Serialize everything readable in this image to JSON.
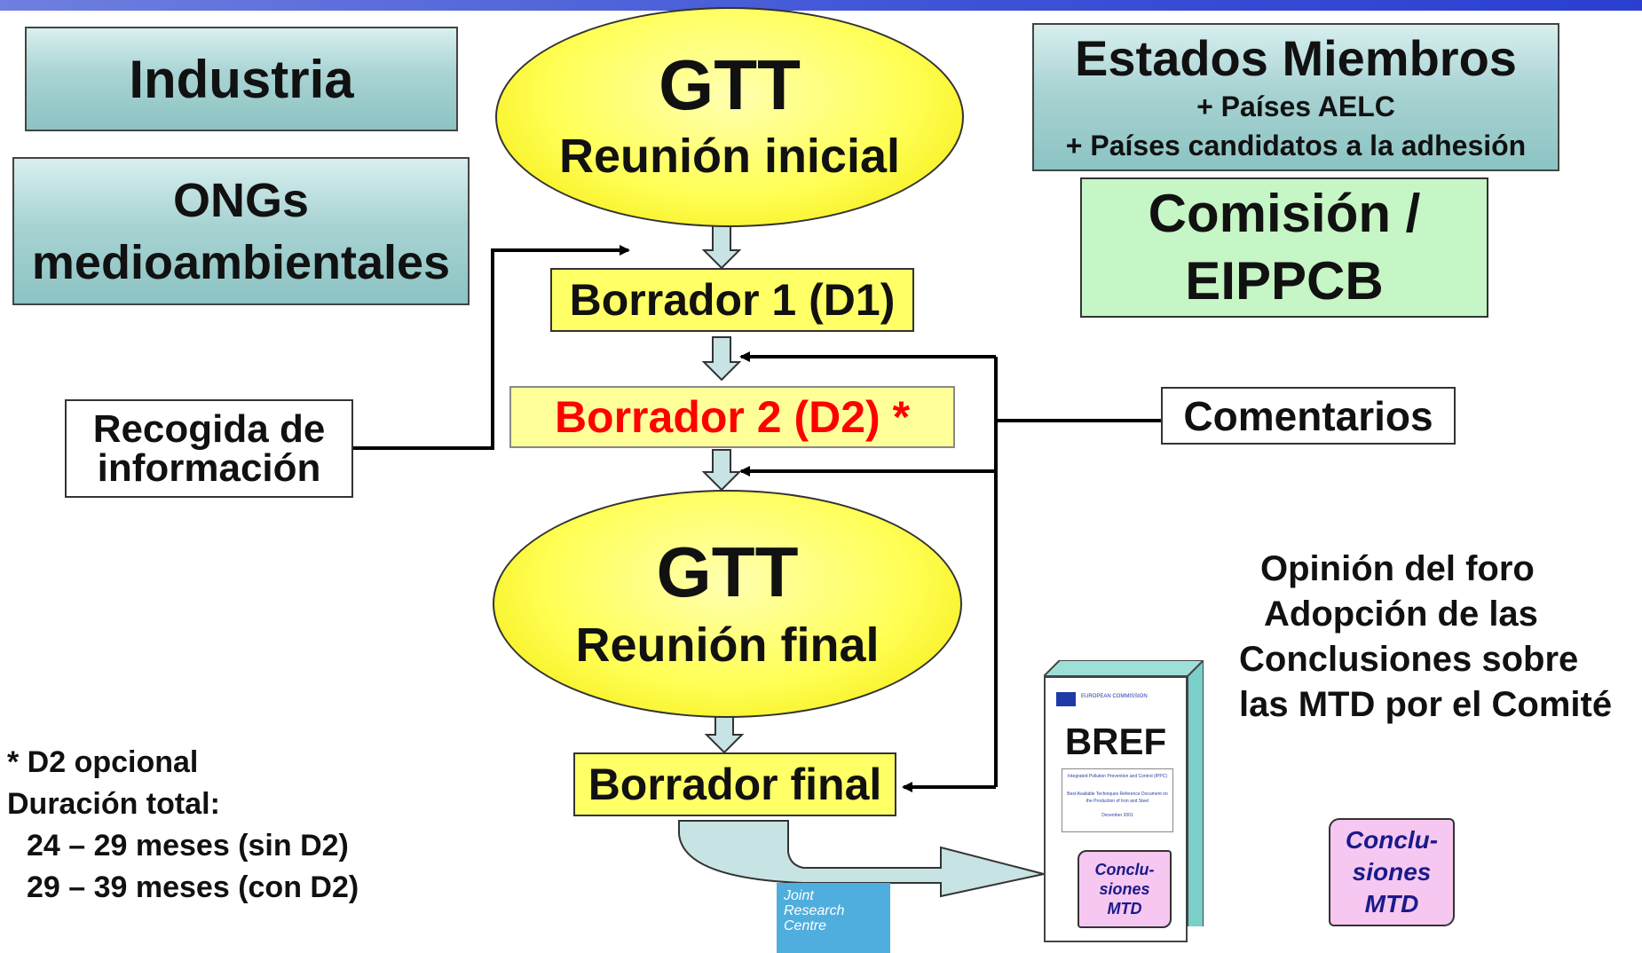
{
  "boxes": {
    "industria": "Industria",
    "ongs_line1": "ONGs",
    "ongs_line2": "medioambientales",
    "estados_title": "Estados Miembros",
    "estados_line2": "+ Países AELC",
    "estados_line3": "+ Países candidatos a la adhesión",
    "comision_line1": "Comisión /",
    "comision_line2": "EIPPCB",
    "recogida_line1": "Recogida de",
    "recogida_line2": "información",
    "comentarios": "Comentarios"
  },
  "flow": {
    "gtt1_title": "GTT",
    "gtt1_sub": "Reunión inicial",
    "d1": "Borrador 1 (D1)",
    "d2": "Borrador 2 (D2) *",
    "gtt2_title": "GTT",
    "gtt2_sub": "Reunión final",
    "final": "Borrador final"
  },
  "notes": {
    "line1": "* D2 opcional",
    "line2": "Duración total:",
    "line3": "24 – 29 meses (sin D2)",
    "line4": "29 – 39 meses (con D2)"
  },
  "opinion": {
    "line1": "Opinión del foro",
    "line2": "Adopción de las",
    "line3": "Conclusiones sobre",
    "line4": "las MTD por el Comité"
  },
  "bref_doc": {
    "title": "BREF",
    "header": "EUROPEAN COMMISSION",
    "text1": "Integrated Pollution Prevention and Control (IPPC)",
    "text2": "Best Available Techniques Reference Document on the Production of Iron and Steel",
    "text3": "December 2001"
  },
  "scroll_small": {
    "l1": "Conclu-",
    "l2": "siones",
    "l3": "MTD"
  },
  "scroll_large": {
    "l1": "Conclu-",
    "l2": "siones",
    "l3": "MTD"
  },
  "jrc": {
    "l1": "Joint",
    "l2": "Research",
    "l3": "Centre"
  },
  "colors": {
    "d2_text": "#ff0000",
    "top_bar": "#3c52d6",
    "teal": "#a9d3d3",
    "green": "#c6f5c6",
    "yellow": "#ffff66"
  }
}
